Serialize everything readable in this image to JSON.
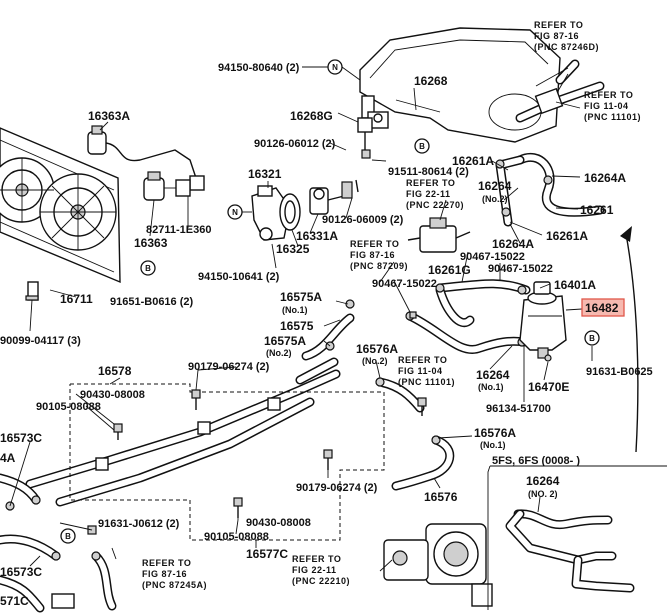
{
  "labels": {
    "p16268": "16268",
    "p16268g": "16268G",
    "p16363a": "16363A",
    "p16363": "16363",
    "p16321": "16321",
    "p16325": "16325",
    "p16331a": "16331A",
    "p16711": "16711",
    "p16261a_top": "16261A",
    "p16264_no2": "16264",
    "no2": "(No.2)",
    "p16264a_right": "16264A",
    "p16261": "16261",
    "p16261a_mid": "16261A",
    "p16264a_mid": "16264A",
    "p16261g": "16261G",
    "p16401a": "16401A",
    "p16482": "16482",
    "p16575a_no1": "16575A",
    "no1": "(No.1)",
    "p16575": "16575",
    "p16575a_no2": "16575A",
    "no2b": "(No.2)",
    "p16576a_top": "16576A",
    "no2c": "(No.2)",
    "p16264_no1": "16264",
    "no1b": "(No.1)",
    "p16470e": "16470E",
    "p16578": "16578",
    "p16573c_left": "16573C",
    "p16573c_bottom": "16573C",
    "p16576a_no1": "16576A",
    "no1c": "(No.1)",
    "p16576": "16576",
    "p16577c": "16577C",
    "p16264_inset": "16264",
    "inset_no2": "(NO. 2)",
    "frag_4a": "4A",
    "frag_571c": "571C",
    "b94150_80640": "94150-80640 (2)",
    "b90126_06012": "90126-06012 (2)",
    "b91511_80614": "91511-80614 (2)",
    "b82711_1e360": "82711-1E360",
    "b90126_06009": "90126-06009 (2)",
    "b94150_10641": "94150-10641 (2)",
    "b91651_b0616": "91651-B0616 (2)",
    "b90099_04117": "90099-04117 (3)",
    "b90467_15022_a": "90467-15022",
    "b90467_15022_b": "90467-15022",
    "b90467_15022_c": "90467-15022",
    "b90179_06274_a": "90179-06274 (2)",
    "b90179_06274_b": "90179-06274 (2)",
    "b90430_08008_a": "90430-08008",
    "b90105_08088_a": "90105-08088",
    "b90430_08008_b": "90430-08008",
    "b90105_08088_b": "90105-08088",
    "b91631_j0612": "91631-J0612 (2)",
    "b91631_b0625": "91631-B0625",
    "b96134_51700": "96134-51700",
    "inset_title": "5FS, 6FS (0008-     )"
  },
  "refs": {
    "r1_l1": "REFER TO",
    "r1_l2": "FIG 87-16",
    "r1_l3": "(PNC 87246D)",
    "r2_l1": "REFER TO",
    "r2_l2": "FIG 11-04",
    "r2_l3": "(PNC 11101)",
    "r3_l1": "REFER TO",
    "r3_l2": "FIG 22-11",
    "r3_l3": "(PNC 22270)",
    "r4_l1": "REFER TO",
    "r4_l2": "FIG 87-16",
    "r4_l3": "(PNC 87209)",
    "r5_l1": "REFER TO",
    "r5_l2": "FIG 11-04",
    "r5_l3": "(PNC 11101)",
    "r6_l1": "REFER TO",
    "r6_l2": "FIG 87-16",
    "r6_l3": "(PNC 87245A)",
    "r7_l1": "REFER TO",
    "r7_l2": "FIG 22-11",
    "r7_l3": "(PNC 22210)"
  },
  "markers": {
    "n": "N",
    "b": "B"
  },
  "highlight": {
    "part": "16482",
    "fill": "#f6b9b0",
    "stroke": "#e0574a"
  }
}
